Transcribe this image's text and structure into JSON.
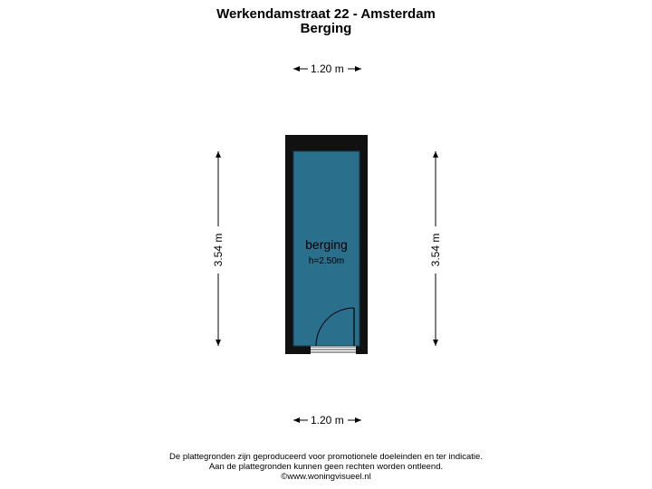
{
  "header": {
    "address": "Werkendamstraat 22 - Amsterdam",
    "floor_name": "Berging"
  },
  "dimensions": {
    "top_width": "1.20 m",
    "bottom_width": "1.20 m",
    "left_height": "3.54 m",
    "right_height": "3.54 m"
  },
  "room": {
    "name": "berging",
    "height": "h=2.50m"
  },
  "footer": {
    "line1": "De plattegronden zijn geproduceerd voor promotionele doeleinden en ter indicatie.",
    "line2": "Aan de plattegronden kunnen geen rechten worden ontleend.",
    "line3": "©www.woningvisueel.nl"
  },
  "colors": {
    "wall": "#111111",
    "room_fill": "#2a6f8c",
    "room_border": "#1a3a4a"
  }
}
